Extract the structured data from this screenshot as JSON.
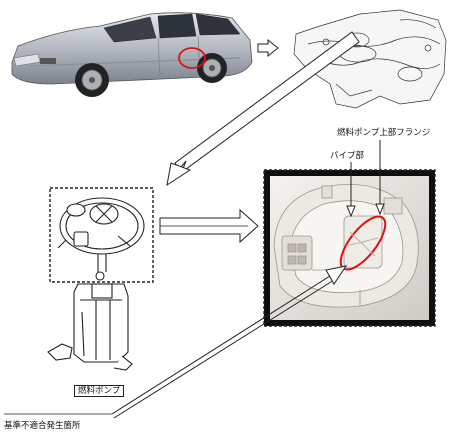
{
  "labels": {
    "flange": "燃料ポンプ上部フランジ",
    "pipe": "パイプ部",
    "pump": "燃料ポンプ",
    "location": "基準不適合発生箇所"
  },
  "colors": {
    "highlight": "#e01010",
    "car_body": "#b8bcc4",
    "line": "#222222"
  }
}
